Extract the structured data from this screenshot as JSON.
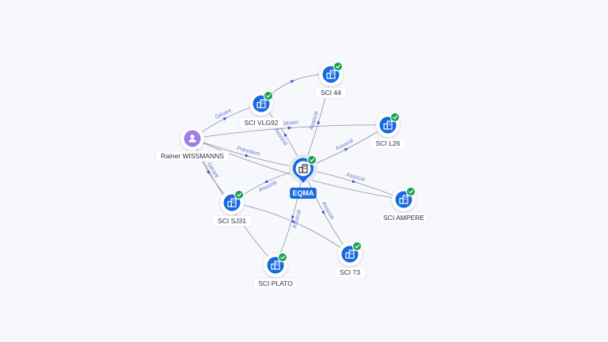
{
  "colors": {
    "company_icon": "#1769e0",
    "person_icon": "#a07ce6",
    "verified_badge": "#18a050",
    "edge": "#8b90a6",
    "edge_label": "#6b74c8",
    "center_badge": "#1769e0"
  },
  "nodes": [
    {
      "id": "eqma",
      "label": "EQMA",
      "kind": "center",
      "icon": "building-icon",
      "verified": true
    },
    {
      "id": "rainer",
      "label": "Rainer WISSMANNS",
      "kind": "person",
      "icon": "person-icon",
      "verified": false
    },
    {
      "id": "vlg92",
      "label": "SCI VLG92",
      "kind": "company",
      "icon": "building-icon",
      "verified": true
    },
    {
      "id": "sci44",
      "label": "SCI 44",
      "kind": "company",
      "icon": "building-icon",
      "verified": true
    },
    {
      "id": "l26",
      "label": "SCI L26",
      "kind": "company",
      "icon": "building-icon",
      "verified": true
    },
    {
      "id": "ampere",
      "label": "SCI AMPERE",
      "kind": "company",
      "icon": "building-icon",
      "verified": true
    },
    {
      "id": "sci73",
      "label": "SCI 73",
      "kind": "company",
      "icon": "building-icon",
      "verified": true
    },
    {
      "id": "plato",
      "label": "SCI PLATO",
      "kind": "company",
      "icon": "building-icon",
      "verified": true
    },
    {
      "id": "sj31",
      "label": "SCI SJ31",
      "kind": "company",
      "icon": "building-icon",
      "verified": true
    }
  ],
  "edges": [
    {
      "from": "rainer",
      "to": "vlg92",
      "label": "Gérant"
    },
    {
      "from": "rainer",
      "to": "l26",
      "label": "Gérant"
    },
    {
      "from": "rainer",
      "to": "eqma",
      "label": "Président"
    },
    {
      "from": "rainer",
      "to": "sj31",
      "label": "Gérant"
    },
    {
      "from": "rainer",
      "to": "plato",
      "label": "Gérant"
    },
    {
      "from": "rainer",
      "to": "ampere",
      "label": ""
    },
    {
      "from": "vlg92",
      "to": "sci44",
      "label": ""
    },
    {
      "from": "eqma",
      "to": "vlg92",
      "label": "Associé"
    },
    {
      "from": "eqma",
      "to": "sci44",
      "label": "Associé"
    },
    {
      "from": "eqma",
      "to": "l26",
      "label": "Associé"
    },
    {
      "from": "eqma",
      "to": "ampere",
      "label": "Associé"
    },
    {
      "from": "eqma",
      "to": "sci73",
      "label": "Associé"
    },
    {
      "from": "eqma",
      "to": "plato",
      "label": "Associé"
    },
    {
      "from": "eqma",
      "to": "sj31",
      "label": "Associé"
    },
    {
      "from": "sj31",
      "to": "sci73",
      "label": ""
    }
  ]
}
